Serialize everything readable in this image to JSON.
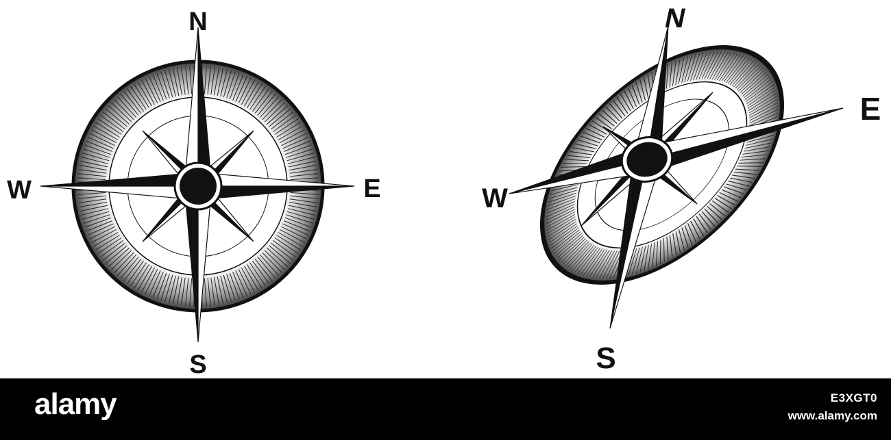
{
  "compass_left": {
    "north_label": "N",
    "east_label": "E",
    "south_label": "S",
    "west_label": "W"
  },
  "compass_right": {
    "north_label": "N",
    "east_label": "E",
    "south_label": "S",
    "west_label": "W"
  },
  "footer": {
    "brand": "alamy",
    "image_id": "E3XGT0",
    "url": "www.alamy.com"
  },
  "colors": {
    "ink": "#111111",
    "background": "#ffffff",
    "footer_background": "#000000",
    "footer_text": "#ffffff"
  }
}
